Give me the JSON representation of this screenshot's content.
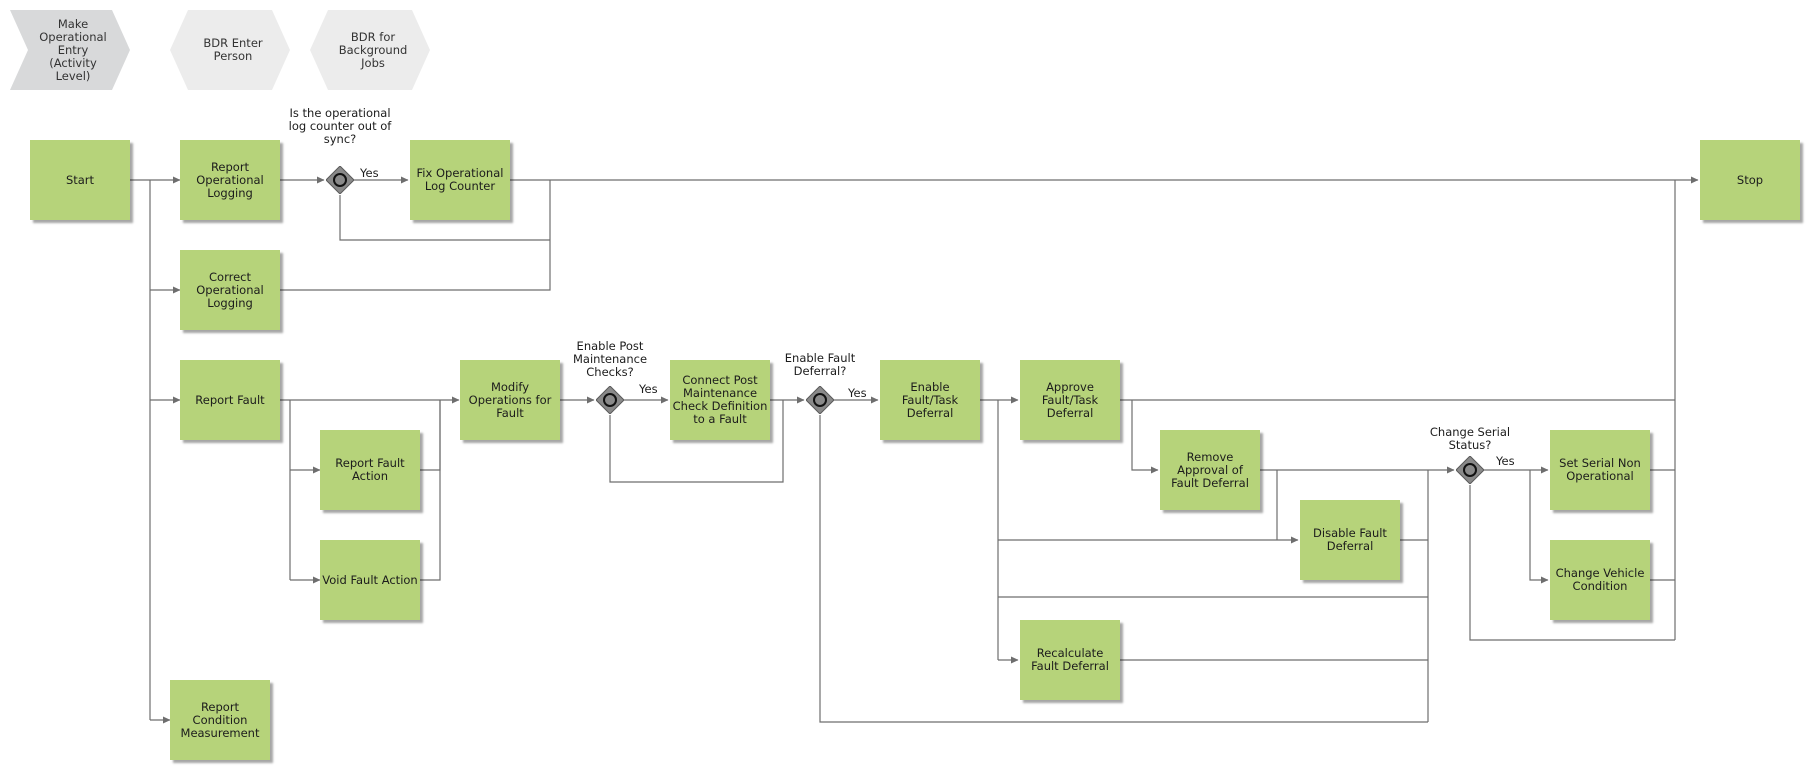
{
  "header_steps": [
    {
      "label": "Make Operational Entry (Activity Level)"
    },
    {
      "label": "BDR Enter Person"
    },
    {
      "label": "BDR for Background Jobs"
    }
  ],
  "activities": {
    "start": "Start",
    "report_operational_logging": "Report Operational Logging",
    "fix_operational_log_counter": "Fix Operational Log Counter",
    "correct_operational_logging": "Correct Operational Logging",
    "stop": "Stop",
    "report_fault": "Report Fault",
    "report_fault_action": "Report Fault Action",
    "void_fault_action": "Void Fault Action",
    "modify_operations_for_fault": "Modify Operations for Fault",
    "connect_post_maintenance": "Connect Post Maintenance Check Definition to a Fault",
    "enable_fault_task_deferral": "Enable Fault/Task Deferral",
    "approve_fault_task_deferral": "Approve Fault/Task Deferral",
    "remove_approval_of_fault_deferral": "Remove Approval of Fault Deferral",
    "disable_fault_deferral": "Disable Fault Deferral",
    "recalculate_fault_deferral": "Recalculate Fault Deferral",
    "set_serial_non_operational": "Set Serial Non Operational",
    "change_vehicle_condition": "Change Vehicle Condition",
    "report_condition_measurement": "Report Condition Measurement"
  },
  "gateways": {
    "log_counter_sync": "Is the operational log counter out of sync?",
    "enable_post_maintenance": "Enable Post Maintenance Checks?",
    "enable_fault_deferral": "Enable Fault Deferral?",
    "change_serial_status": "Change Serial Status?"
  },
  "flow_labels": {
    "yes": "Yes"
  },
  "colors": {
    "activity_fill": "#b6d37a",
    "connector": "#6e6e6e",
    "gateway_fill": "#8a8a8a",
    "header_chevron_fill": "#d8d9da"
  }
}
